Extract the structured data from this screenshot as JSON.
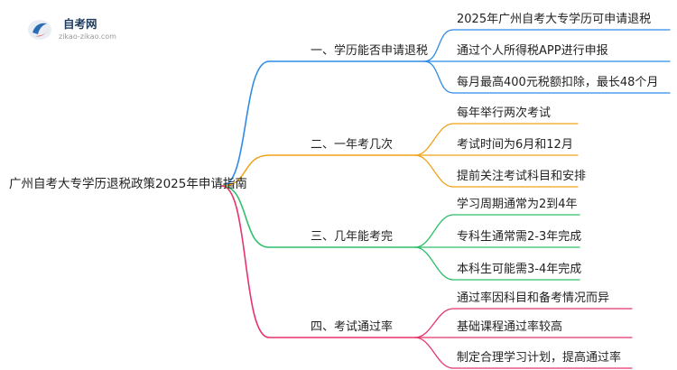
{
  "logo": {
    "title": "自考网",
    "subtitle": "zikao-zikao.com"
  },
  "root": {
    "label": "广州自考大专学历退税政策2025年申请指南"
  },
  "branches": [
    {
      "label": "一、学历能否申请退税",
      "color": "#2f8be6",
      "children": [
        "2025年广州自考大专学历可申请退税",
        "通过个人所得税APP进行申报",
        "每月最高400元税额扣除，最长48个月"
      ]
    },
    {
      "label": "二、一年考几次",
      "color": "#f0a21a",
      "children": [
        "每年举行两次考试",
        "考试时间为6月和12月",
        "提前关注考试科目和安排"
      ]
    },
    {
      "label": "三、几年能考完",
      "color": "#2ebf6a",
      "children": [
        "学习周期通常为2到4年",
        "专科生通常需2-3年完成",
        "本科生可能需3-4年完成"
      ]
    },
    {
      "label": "四、考试通过率",
      "color": "#e8346b",
      "children": [
        "通过率因科目和备考情况而异",
        "基础课程通过率较高",
        "制定合理学习计划，提高通过率"
      ]
    }
  ]
}
